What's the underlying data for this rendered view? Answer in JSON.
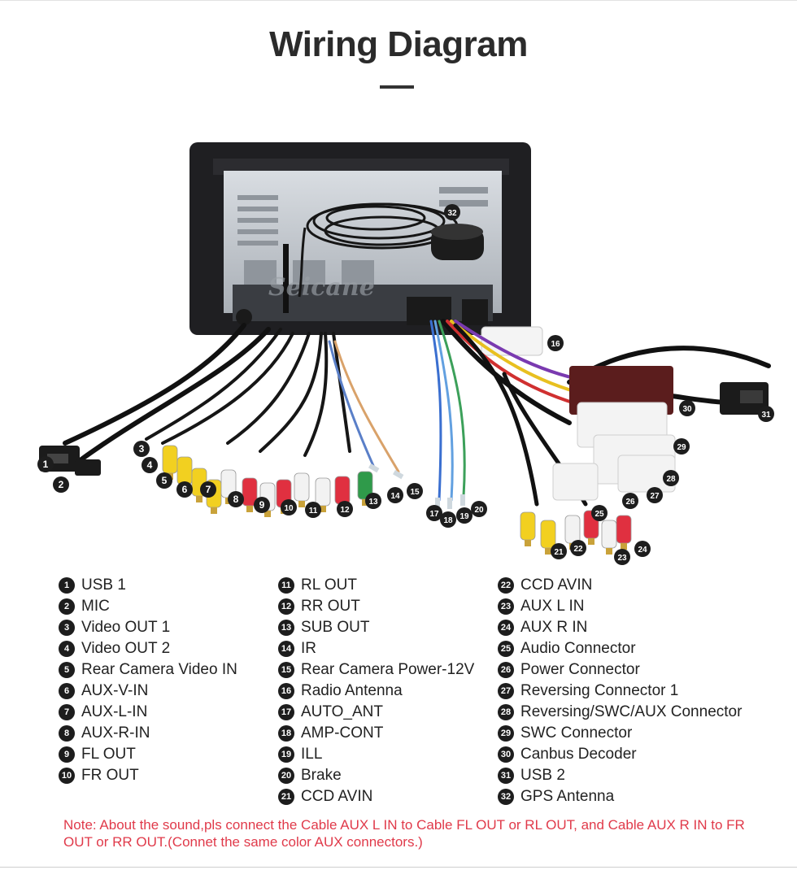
{
  "title": "Wiring Diagram",
  "watermark": "Seicane",
  "legend": {
    "col1": [
      {
        "num": "1",
        "label": "USB 1"
      },
      {
        "num": "2",
        "label": "MIC"
      },
      {
        "num": "3",
        "label": "Video OUT 1"
      },
      {
        "num": "4",
        "label": "Video OUT 2"
      },
      {
        "num": "5",
        "label": "Rear Camera Video IN"
      },
      {
        "num": "6",
        "label": "AUX-V-IN"
      },
      {
        "num": "7",
        "label": "AUX-L-IN"
      },
      {
        "num": "8",
        "label": "AUX-R-IN"
      },
      {
        "num": "9",
        "label": "FL OUT"
      },
      {
        "num": "10",
        "label": "FR OUT"
      }
    ],
    "col2": [
      {
        "num": "11",
        "label": "RL OUT"
      },
      {
        "num": "12",
        "label": "RR OUT"
      },
      {
        "num": "13",
        "label": "SUB OUT"
      },
      {
        "num": "14",
        "label": "IR"
      },
      {
        "num": "15",
        "label": "Rear Camera Power-12V"
      },
      {
        "num": "16",
        "label": "Radio Antenna"
      },
      {
        "num": "17",
        "label": "AUTO_ANT"
      },
      {
        "num": "18",
        "label": "AMP-CONT"
      },
      {
        "num": "19",
        "label": "ILL"
      },
      {
        "num": "20",
        "label": "Brake"
      },
      {
        "num": "21",
        "label": "CCD AVIN"
      }
    ],
    "col3": [
      {
        "num": "22",
        "label": "CCD AVIN"
      },
      {
        "num": "23",
        "label": "AUX L IN"
      },
      {
        "num": "24",
        "label": "AUX R IN"
      },
      {
        "num": "25",
        "label": "Audio Connector"
      },
      {
        "num": "26",
        "label": "Power Connector"
      },
      {
        "num": "27",
        "label": "Reversing Connector 1"
      },
      {
        "num": "28",
        "label": "Reversing/SWC/AUX Connector"
      },
      {
        "num": "29",
        "label": "SWC Connector"
      },
      {
        "num": "30",
        "label": "Canbus Decoder"
      },
      {
        "num": "31",
        "label": "USB 2"
      },
      {
        "num": "32",
        "label": "GPS Antenna"
      }
    ]
  },
  "note": "Note: About the sound,pls connect the Cable AUX L IN to Cable FL OUT or RL OUT, and Cable AUX R IN to FR OUT or RR OUT.(Connet the same color AUX connectors.)",
  "colors": {
    "note": "#e03a4a",
    "badge": "#1d1d1d",
    "rca_yellow": "#f2d020",
    "rca_red": "#e03040",
    "rca_white": "#f2f2f2",
    "rca_green": "#2f9a4a"
  }
}
